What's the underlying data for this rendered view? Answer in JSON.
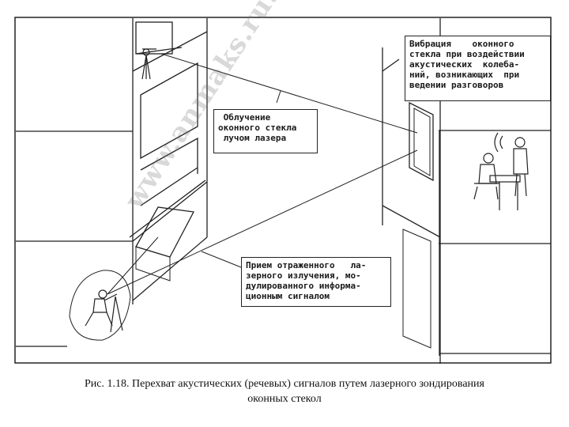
{
  "callouts": {
    "vibration": "Вибрация    оконного\nстекла при воздействии\nакустических  колеба-\nний, возникающих  при\nведении разговоров",
    "irradiation": " Облучение\nоконного стекла\n лучом лазера",
    "reception": "Прием отраженного   ла-\nзерного излучения, мо-\nдулированного информа-\nционным сигналом"
  },
  "watermark": "www.anmaks.ru.in.ru",
  "caption": {
    "line1": "Рис. 1.18. Перехват акустических (речевых) сигналов путем лазерного зондирования",
    "line2": "оконных стекол"
  },
  "colors": {
    "ink": "#222222",
    "paper": "#ffffff"
  }
}
